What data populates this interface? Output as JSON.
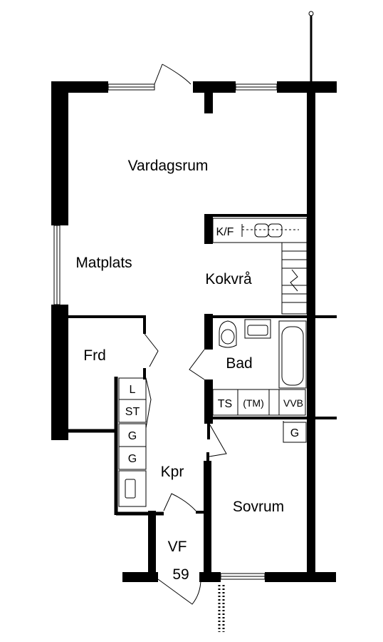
{
  "rooms": {
    "vardagsrum": "Vardagsrum",
    "matplats": "Matplats",
    "kokvra": "Kokvrå",
    "frd": "Frd",
    "bad": "Bad",
    "kpr": "Kpr",
    "sovrum": "Sovrum",
    "vf": "VF"
  },
  "apartment_number": "59",
  "fixtures": {
    "kf": "K/F",
    "l": "L",
    "st": "ST",
    "g1": "G",
    "g2": "G",
    "ts": "TS",
    "tm": "(TM)",
    "vvb": "VVB",
    "g3": "G"
  },
  "colors": {
    "wall": "#000000",
    "background": "#ffffff"
  }
}
